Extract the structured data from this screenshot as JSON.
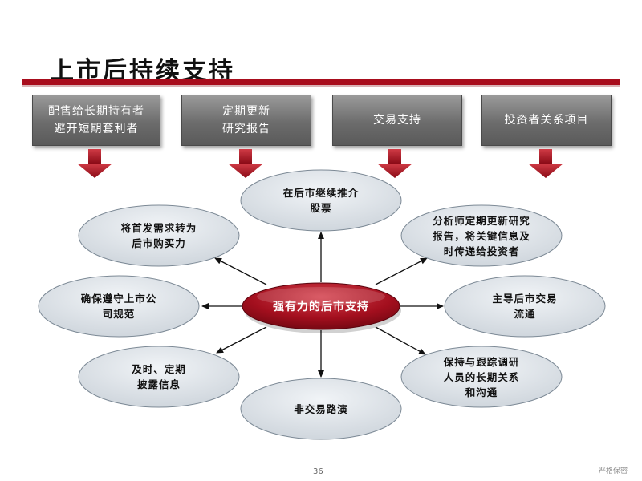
{
  "title": "上市后持续支持",
  "headers": [
    {
      "label": "配售给长期持有者\n避开短期套利者"
    },
    {
      "label": "定期更新\n研究报告"
    },
    {
      "label": "交易支持"
    },
    {
      "label": "投资者关系项目"
    }
  ],
  "center": "强有力的后市支持",
  "ovals": [
    {
      "label": "在后市继续推介\n股票"
    },
    {
      "label": "分析师定期更新研究\n报告，将关键信息及\n时传递给投资者"
    },
    {
      "label": "主导后市交易\n流通"
    },
    {
      "label": "保持与跟踪调研\n人员的长期关系\n和沟通"
    },
    {
      "label": "非交易路演"
    },
    {
      "label": "及时、定期\n披露信息"
    },
    {
      "label": "确保遵守上市公\n司规范"
    },
    {
      "label": "将首发需求转为\n后市购买力"
    }
  ],
  "colors": {
    "accent_red": "#a80d1d",
    "header_gray": "#7a7a7a",
    "oval_fill": "#dfe4e9"
  },
  "page_number": "36",
  "footer_mark": "严格保密"
}
